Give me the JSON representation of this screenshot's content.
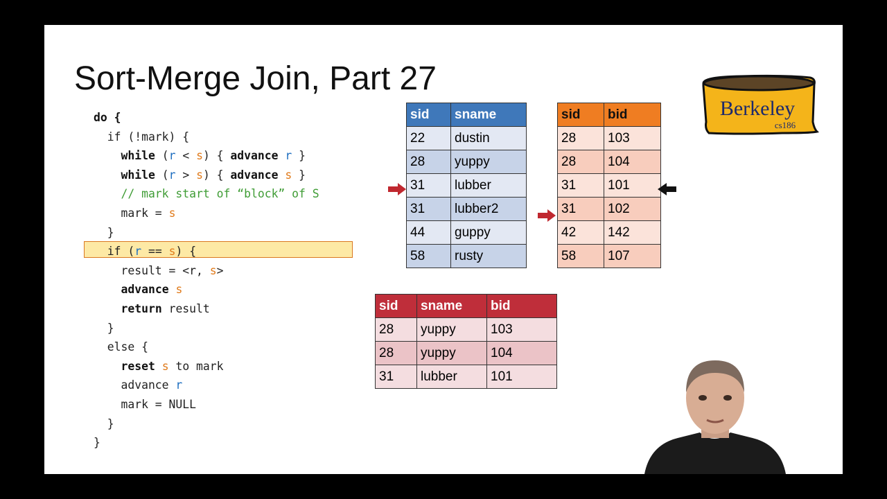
{
  "slide": {
    "title": "Sort-Merge Join, Part 27",
    "code": [
      [
        {
          "t": "do {",
          "c": "kw"
        }
      ],
      [
        {
          "t": "  if (!mark) {",
          "c": ""
        }
      ],
      [
        {
          "t": "    ",
          "c": ""
        },
        {
          "t": "while",
          "c": "kw"
        },
        {
          "t": " (",
          "c": ""
        },
        {
          "t": "r",
          "c": "vr"
        },
        {
          "t": " < ",
          "c": ""
        },
        {
          "t": "s",
          "c": "vs"
        },
        {
          "t": ") { ",
          "c": ""
        },
        {
          "t": "advance",
          "c": "kw"
        },
        {
          "t": " ",
          "c": ""
        },
        {
          "t": "r",
          "c": "vr"
        },
        {
          "t": " }",
          "c": ""
        }
      ],
      [
        {
          "t": "    ",
          "c": ""
        },
        {
          "t": "while",
          "c": "kw"
        },
        {
          "t": " (",
          "c": ""
        },
        {
          "t": "r",
          "c": "vr"
        },
        {
          "t": " > ",
          "c": ""
        },
        {
          "t": "s",
          "c": "vs"
        },
        {
          "t": ") { ",
          "c": ""
        },
        {
          "t": "advance",
          "c": "kw"
        },
        {
          "t": " ",
          "c": ""
        },
        {
          "t": "s",
          "c": "vs"
        },
        {
          "t": " }",
          "c": ""
        }
      ],
      [
        {
          "t": "    // mark start of “block” of S",
          "c": "cm"
        }
      ],
      [
        {
          "t": "    mark = ",
          "c": ""
        },
        {
          "t": "s",
          "c": "vs"
        }
      ],
      [
        {
          "t": "  }",
          "c": ""
        }
      ],
      [
        {
          "t": "  if (",
          "c": ""
        },
        {
          "t": "r",
          "c": "vr"
        },
        {
          "t": " == ",
          "c": ""
        },
        {
          "t": "s",
          "c": "vs"
        },
        {
          "t": ") {",
          "c": ""
        }
      ],
      [
        {
          "t": "    result = <",
          "c": ""
        },
        {
          "t": "r",
          "c": ""
        },
        {
          "t": ", ",
          "c": ""
        },
        {
          "t": "s",
          "c": "vs"
        },
        {
          "t": ">",
          "c": ""
        }
      ],
      [
        {
          "t": "    ",
          "c": ""
        },
        {
          "t": "advance",
          "c": "kw"
        },
        {
          "t": " ",
          "c": ""
        },
        {
          "t": "s",
          "c": "vs"
        }
      ],
      [
        {
          "t": "    ",
          "c": ""
        },
        {
          "t": "return",
          "c": "kw"
        },
        {
          "t": " result",
          "c": ""
        }
      ],
      [
        {
          "t": "  }",
          "c": ""
        }
      ],
      [
        {
          "t": "  else {",
          "c": ""
        }
      ],
      [
        {
          "t": "    ",
          "c": ""
        },
        {
          "t": "reset",
          "c": "kw"
        },
        {
          "t": " ",
          "c": ""
        },
        {
          "t": "s",
          "c": "vs"
        },
        {
          "t": " to mark",
          "c": ""
        }
      ],
      [
        {
          "t": "    advance ",
          "c": ""
        },
        {
          "t": "r",
          "c": "vr"
        }
      ],
      [
        {
          "t": "    mark = NULL",
          "c": ""
        }
      ],
      [
        {
          "t": "  }",
          "c": ""
        }
      ],
      [
        {
          "t": "}",
          "c": ""
        }
      ]
    ],
    "table_r": {
      "headers": [
        "sid",
        "sname"
      ],
      "rows": [
        [
          "22",
          "dustin"
        ],
        [
          "28",
          "yuppy"
        ],
        [
          "31",
          "lubber"
        ],
        [
          "31",
          "lubber2"
        ],
        [
          "44",
          "guppy"
        ],
        [
          "58",
          "rusty"
        ]
      ]
    },
    "table_s": {
      "headers": [
        "sid",
        "bid"
      ],
      "rows": [
        [
          "28",
          "103"
        ],
        [
          "28",
          "104"
        ],
        [
          "31",
          "101"
        ],
        [
          "31",
          "102"
        ],
        [
          "42",
          "142"
        ],
        [
          "58",
          "107"
        ]
      ]
    },
    "table_result": {
      "headers": [
        "sid",
        "sname",
        "bid"
      ],
      "rows": [
        [
          "28",
          "yuppy",
          "103"
        ],
        [
          "28",
          "yuppy",
          "104"
        ],
        [
          "31",
          "lubber",
          "101"
        ]
      ]
    },
    "pointers": {
      "r_pointer_row": 3,
      "s_pointer_row": 4,
      "mark_pointer_row": 3
    },
    "logo": {
      "main": "Berkeley",
      "sub": "cs186"
    },
    "colors": {
      "r_header": "#3f78ba",
      "s_header": "#ef7d22",
      "result_header": "#bf2e3a",
      "arrow_red": "#c0282f",
      "arrow_black": "#111111",
      "highlight": "#fde9a5"
    }
  }
}
